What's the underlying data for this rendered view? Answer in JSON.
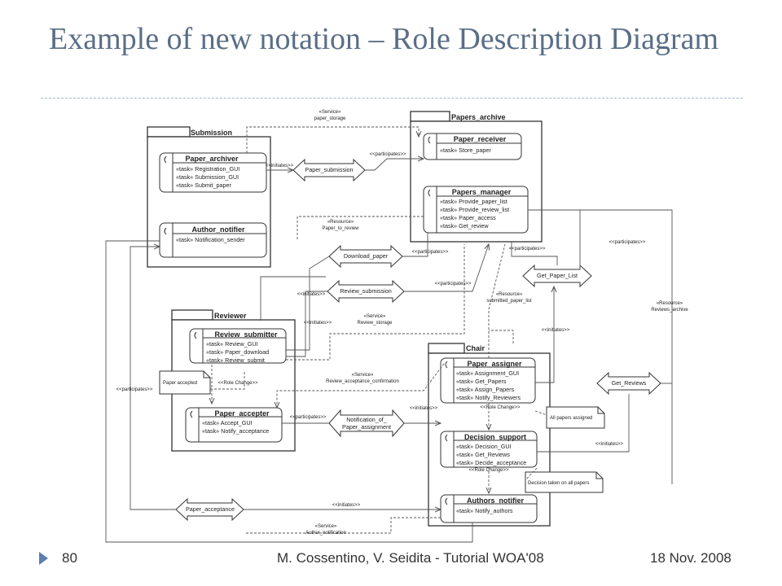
{
  "slide": {
    "title": "Example of new notation – Role Description Diagram",
    "page_number": "80",
    "footer_center": "M. Cossentino, V. Seidita - Tutorial WOA'08",
    "footer_right": "18 Nov. 2008"
  },
  "diagram": {
    "roles": {
      "submission": "Submission",
      "papers_archive": "Papers_archive",
      "reviewer": "Reviewer",
      "chair": "Chair"
    },
    "agents": {
      "paper_archiver": {
        "name": "Paper_archiver",
        "tasks": [
          "«task» Registration_GUI",
          "«task» Submission_GUI",
          "«task» Submit_paper"
        ]
      },
      "author_notifier": {
        "name": "Author_notifier",
        "tasks": [
          "«task» Notification_sender"
        ]
      },
      "paper_receiver": {
        "name": "Paper_receiver",
        "tasks": [
          "«task» Store_paper"
        ]
      },
      "papers_manager": {
        "name": "Papers_manager",
        "tasks": [
          "«task» Provide_paper_list",
          "«task» Provide_review_list",
          "«task» Paper_access",
          "«task» Get_review"
        ]
      },
      "review_submitter": {
        "name": "Review_submitter",
        "tasks": [
          "«task» Review_GUI",
          "«task» Paper_download",
          "«task» Review_submit"
        ]
      },
      "paper_accepter": {
        "name": "Paper_accepter",
        "tasks": [
          "«task» Accept_GUI",
          "«task» Notify_acceptance"
        ]
      },
      "paper_assigner": {
        "name": "Paper_assigner",
        "tasks": [
          "«task» Assignment_GUI",
          "«task» Get_Papers",
          "«task» Assign_Papers",
          "«task» Notify_Reviewers"
        ]
      },
      "decision_support": {
        "name": "Decision_support",
        "tasks": [
          "«task» Decision_GUI",
          "«task» Get_Reviews",
          "«task» Decide_acceptance"
        ]
      },
      "authors_notifier": {
        "name": "Authors_notifier",
        "tasks": [
          "«task» Notify_authors"
        ]
      }
    },
    "communications": {
      "paper_submission": "Paper_submission",
      "download_paper": "Download_paper",
      "review_submission": "Review_submission",
      "notification_of_paper_assignment": [
        "Notification_of_",
        "Paper_assignment"
      ],
      "paper_acceptance": "Paper_acceptance",
      "get_paper_list": "Get_Paper_List",
      "get_reviews": "Get_Reviews"
    },
    "notes": {
      "paper_accepted": "Paper accepted",
      "all_papers_assigned": "All papers assigned",
      "decision_taken": "Decision taken on all papers"
    },
    "labels": {
      "initiates": "<<initiates>>",
      "participates": "<<participates>>",
      "role_change": "<<Role Change>>",
      "svc_paper_storage": [
        "«Service»",
        "paper_storage"
      ],
      "res_paper_to_review": [
        "«Resource»",
        "Paper_to_review"
      ],
      "svc_review_storage": [
        "«Service»",
        "Review_storage"
      ],
      "svc_review_acceptance": [
        "«Service»",
        "Review_acceptance_confirmation"
      ],
      "res_submitted_paper_list": [
        "«Resource»",
        "submitted_paper_list"
      ],
      "res_reviews_archive": [
        "«Resource»",
        "Reviews_archive"
      ],
      "svc_author_notification": [
        "«Service»",
        "Author_notification"
      ]
    }
  }
}
